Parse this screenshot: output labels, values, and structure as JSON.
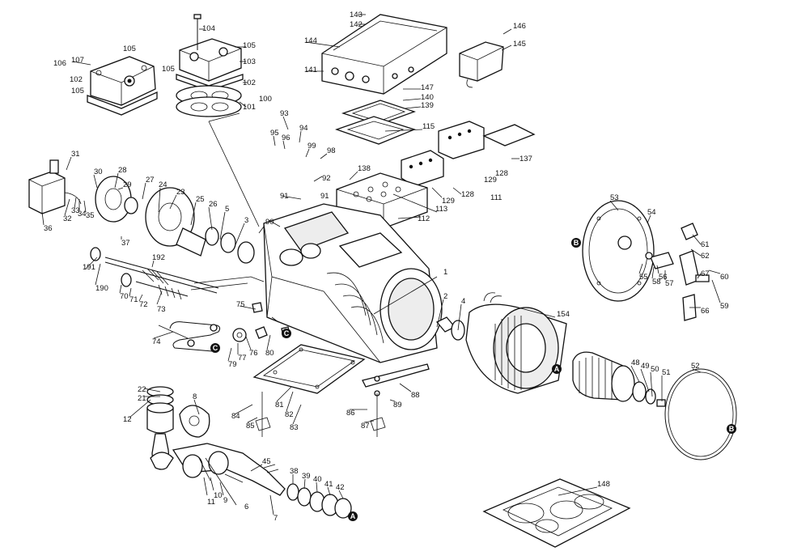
{
  "diagram": {
    "labels": [
      "1",
      "2",
      "3",
      "4",
      "5",
      "6",
      "7",
      "8",
      "9",
      "10",
      "11",
      "12",
      "21",
      "22",
      "23",
      "24",
      "25",
      "26",
      "27",
      "28",
      "29",
      "30",
      "31",
      "32",
      "33",
      "34",
      "35",
      "36",
      "37",
      "38",
      "39",
      "40",
      "41",
      "42",
      "45",
      "48",
      "49",
      "50",
      "51",
      "52",
      "53",
      "54",
      "55",
      "56",
      "57",
      "58",
      "59",
      "60",
      "61",
      "62",
      "66",
      "67",
      "70",
      "71",
      "72",
      "73",
      "74",
      "75",
      "76",
      "77",
      "79",
      "80",
      "81",
      "82",
      "83",
      "84",
      "85",
      "86",
      "87",
      "88",
      "89",
      "90",
      "91",
      "92",
      "93",
      "94",
      "95",
      "96",
      "98",
      "99",
      "100",
      "101",
      "102",
      "103",
      "104",
      "105",
      "106",
      "107",
      "111",
      "112",
      "113",
      "115",
      "128",
      "129",
      "137",
      "138",
      "139",
      "140",
      "141",
      "142",
      "143",
      "144",
      "145",
      "146",
      "147",
      "148",
      "154",
      "190",
      "191",
      "192"
    ],
    "markers": [
      "A",
      "B",
      "C"
    ]
  }
}
